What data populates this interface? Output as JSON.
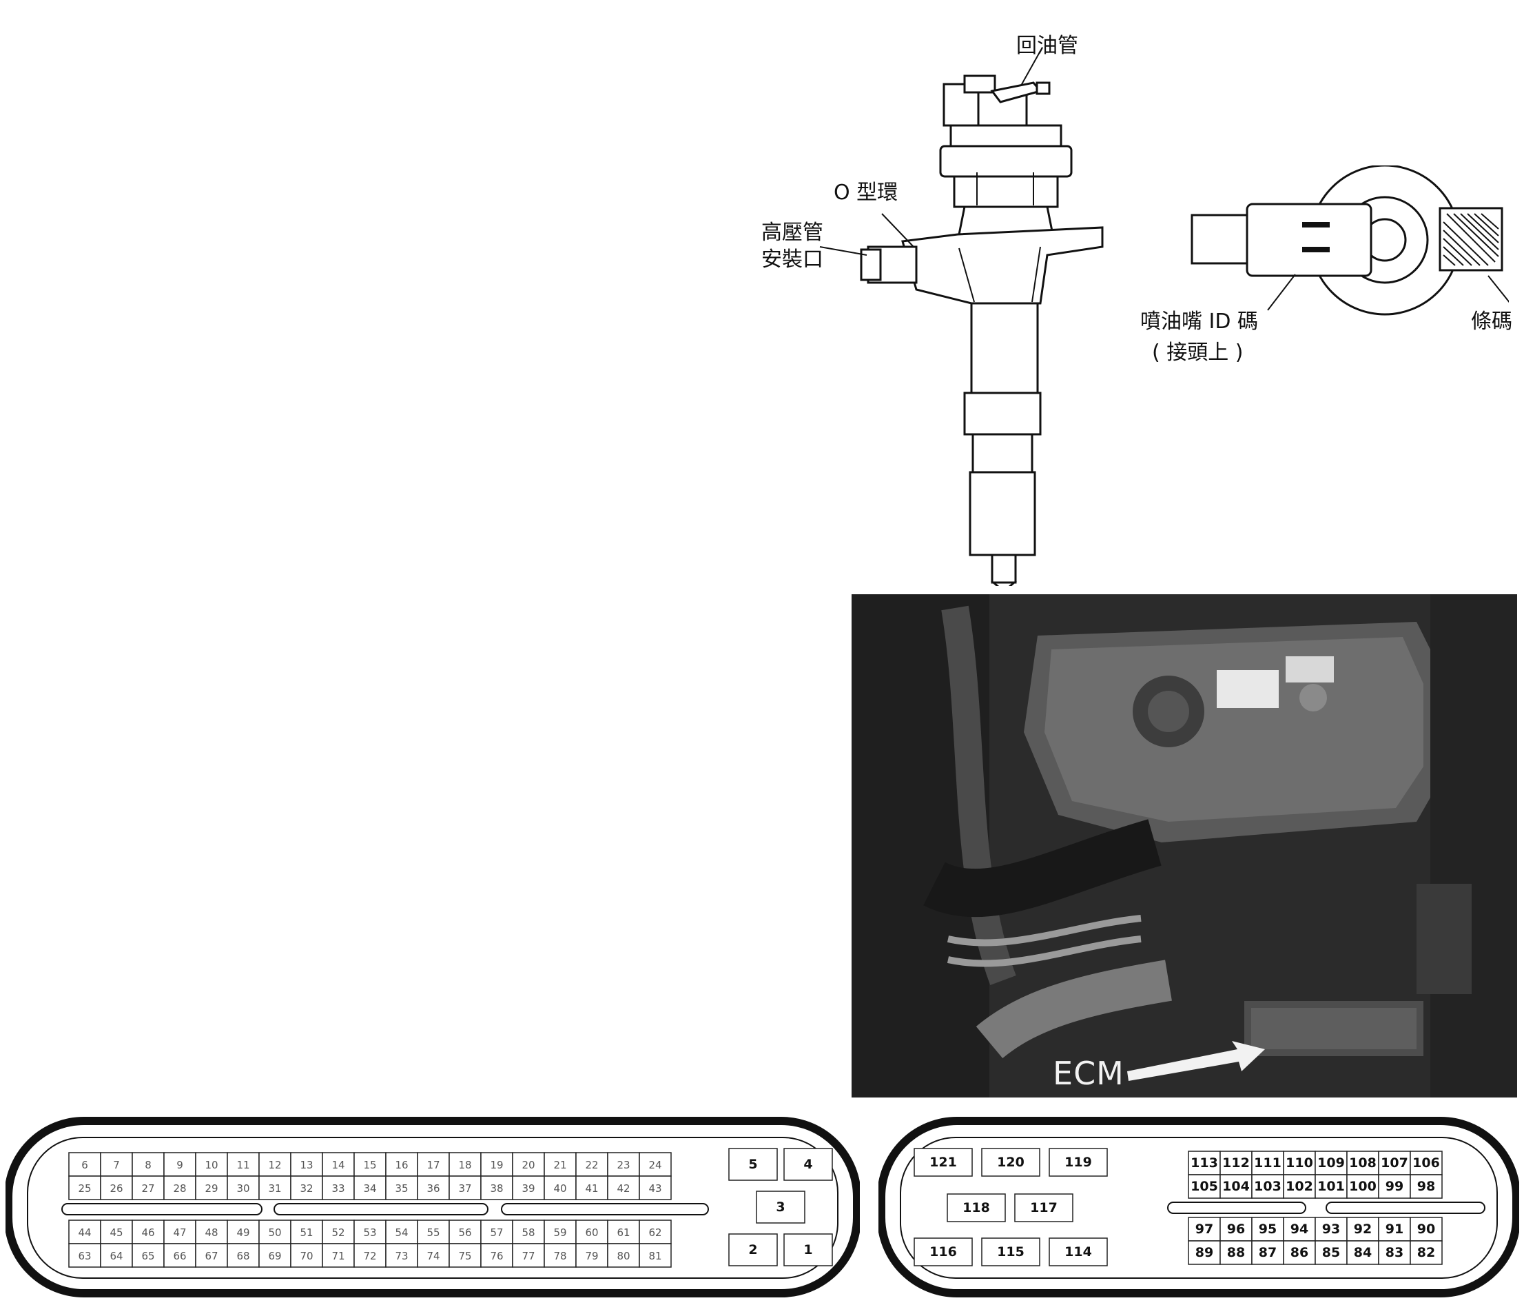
{
  "injector_labels": {
    "return_pipe": "回油管",
    "o_ring": "O 型環",
    "high_pressure_pipe": "高壓管",
    "install_port": "安裝口",
    "injector_id_code": "噴油嘴 ID 碼",
    "on_connector": "( 接頭上 )",
    "barcode": "條碼"
  },
  "photo": {
    "ecm_label": "ECM"
  },
  "connector_a": {
    "row1": [
      "6",
      "7",
      "8",
      "9",
      "10",
      "11",
      "12",
      "13",
      "14",
      "15",
      "16",
      "17",
      "18",
      "19",
      "20",
      "21",
      "22",
      "23",
      "24"
    ],
    "row2": [
      "25",
      "26",
      "27",
      "28",
      "29",
      "30",
      "31",
      "32",
      "33",
      "34",
      "35",
      "36",
      "37",
      "38",
      "39",
      "40",
      "41",
      "42",
      "43"
    ],
    "row3": [
      "44",
      "45",
      "46",
      "47",
      "48",
      "49",
      "50",
      "51",
      "52",
      "53",
      "54",
      "55",
      "56",
      "57",
      "58",
      "59",
      "60",
      "61",
      "62"
    ],
    "row4": [
      "63",
      "64",
      "65",
      "66",
      "67",
      "68",
      "69",
      "70",
      "71",
      "72",
      "73",
      "74",
      "75",
      "76",
      "77",
      "78",
      "79",
      "80",
      "81"
    ],
    "big_pins": [
      "5",
      "4",
      "3",
      "2",
      "1"
    ]
  },
  "connector_b": {
    "big_top": [
      "121",
      "120",
      "119"
    ],
    "big_mid": [
      "118",
      "117"
    ],
    "big_bot": [
      "116",
      "115",
      "114"
    ],
    "row1": [
      "113",
      "112",
      "111",
      "110",
      "109",
      "108",
      "107",
      "106"
    ],
    "row2": [
      "105",
      "104",
      "103",
      "102",
      "101",
      "100",
      "99",
      "98"
    ],
    "row3": [
      "97",
      "96",
      "95",
      "94",
      "93",
      "92",
      "91",
      "90"
    ],
    "row4": [
      "89",
      "88",
      "87",
      "86",
      "85",
      "84",
      "83",
      "82"
    ]
  },
  "colors": {
    "ink": "#111111",
    "photo_dark": "#3a3a3a",
    "paper": "#ffffff"
  }
}
